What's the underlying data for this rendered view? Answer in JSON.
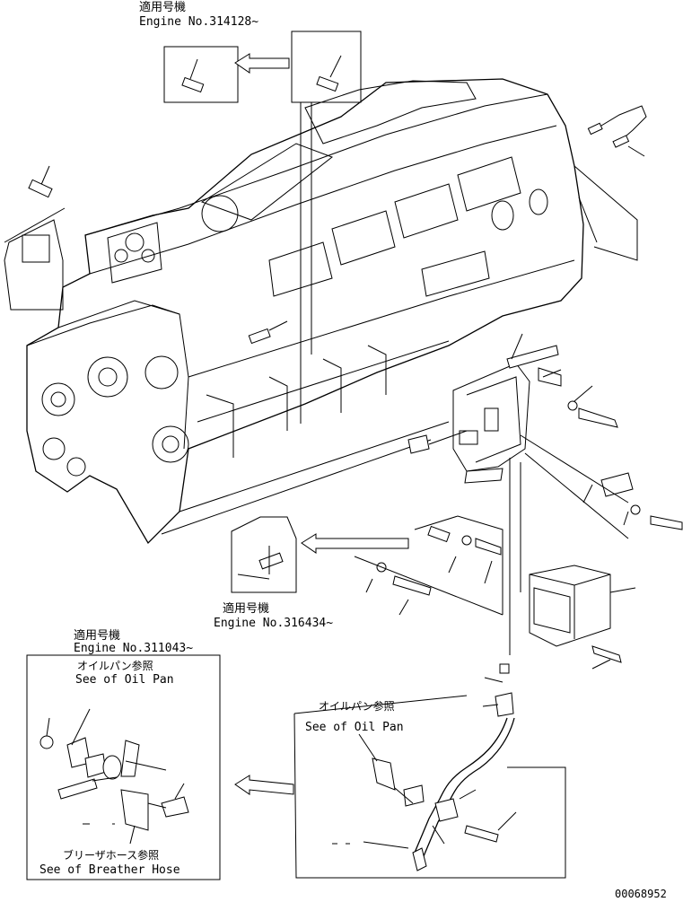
{
  "labels": {
    "top_note_jp": "適用号機",
    "top_note_en": "Engine No.314128~",
    "mid_note_jp": "適用号機",
    "mid_note_en": "Engine No.316434~",
    "left_note_jp": "適用号機",
    "left_note_en": "Engine No.311043~",
    "oilpan_left_jp": "オイルパン参照",
    "oilpan_left_en": "See of Oil Pan",
    "breather_jp": "ブリーザホース参照",
    "breather_en": "See of Breather Hose",
    "oilpan_right_jp": "オイルパン参照",
    "oilpan_right_en": "See of Oil Pan",
    "drawing_number": "00068952"
  },
  "colors": {
    "line": "#000000",
    "background": "#ffffff"
  }
}
